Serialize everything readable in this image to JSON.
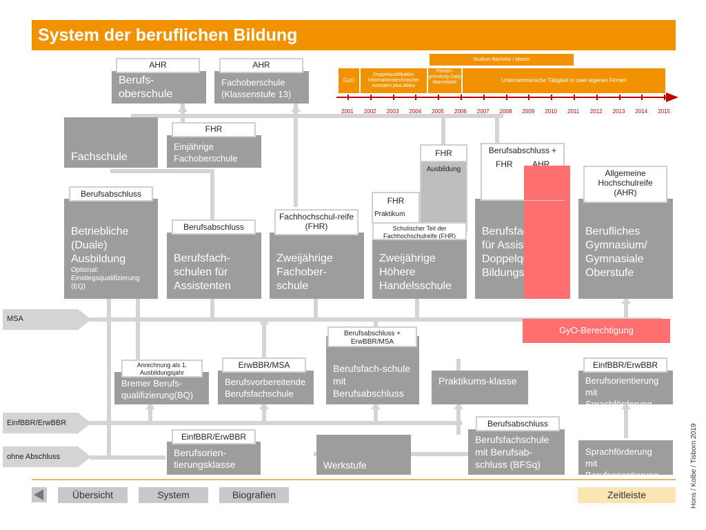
{
  "title": "System der beruflichen Bildung",
  "credit": "Hons / Kolbe / Tisborn 2019",
  "timeline": {
    "years": [
      "2001",
      "2002",
      "2003",
      "2004",
      "2005",
      "2006",
      "2007",
      "2008",
      "2009",
      "2010",
      "2011",
      "2012",
      "2013",
      "2014",
      "2015"
    ],
    "gyo": "GyO",
    "doppel": "Doppelqualifikation Informationstechnischer Assistent plus Abitur",
    "firmen": "Firmen-gründung Daily Marmelade",
    "unternehmer": "Unternehmerische Tätigkeit in zwei eigenen Firmen",
    "studium": "Studium Bachelor / Master"
  },
  "side": {
    "msa": "MSA",
    "einf": "EinfBBR/ErwBBR",
    "ohne": "ohne Abschluss"
  },
  "boxes": {
    "bos": "Berufs-oberschule",
    "bos_lbl": "AHR",
    "fos13": "Fachoberschule (Klassenstufe 13)",
    "fos13_lbl": "AHR",
    "fachschule": "Fachschule",
    "efos": "Einjährige Fachoberschule",
    "efos_lbl": "FHR",
    "duale_l1": "Betriebliche",
    "duale_l2": "(Duale)",
    "duale_l3": "Ausbildung",
    "duale_opt": "Optional: Einstiegsqualifizierung (EQ)",
    "duale_lbl": "Berufsabschluss",
    "bfs_ass": "Berufsfach-schulen für Assistenten",
    "bfs_ass_lbl": "Berufsabschluss",
    "zfos": "Zweijährige Fachober-schule",
    "zfos_lbl": "Fachhochschul-reife (FHR)",
    "zhhs": "Zweijährige Höhere Handelsschule",
    "zhhs_fhr": "FHR",
    "zhhs_praktikum": "Praktikum",
    "zhhs_ausb_lbl": "FHR",
    "zhhs_ausbildung": "Ausbildung",
    "zhhs_schul": "Schulischer Teil der Fachhochschulreife (FHR)",
    "dq_text": "Berufsfachschule für Assistenten / Doppelqualifizierende Bildungsgänge",
    "dq_lbl_1": "Berufsabschluss +",
    "dq_lbl_fhr": "FHR",
    "dq_lbl_ahr": "AHR",
    "bg": "Berufliches Gymnasium/ Gymnasiale Oberstufe",
    "bg_lbl": "Allgemeine Hochschulreife (AHR)",
    "gyo_ber": "GyO-Berechtigung",
    "bq": "Bremer Berufs-qualifizierung(BQ)",
    "bq_lbl": "Anrechnung als 1. Ausbildungsjahr",
    "bvb": "Berufsvorbereitende Berufsfachschule",
    "bvb_lbl": "ErwBBR/MSA",
    "bfs_ba": "Berufsfach-schule mit Berufsabschluss",
    "bfs_ba_lbl": "Berufsabschluss + ErwBBR/MSA",
    "praktikum": "Praktikums-klasse",
    "bo_spr": "Berufsorientierung mit Sprachförderung",
    "bo_spr_lbl": "EinfBBR/ErwBBR",
    "bok": "Berufsorien-tierungsklasse",
    "bok_lbl": "EinfBBR/ErwBBR",
    "werkstufe": "Werkstufe",
    "bfsq": "Berufsfachschule mit Berufsab-schluss (BFSq)",
    "bfsq_lbl": "Berufsabschluss",
    "spr_bo": "Sprachförderung mit Berufsorientierung"
  },
  "nav": {
    "uebersicht": "Übersicht",
    "system": "System",
    "biografien": "Biografien",
    "zeitleiste": "Zeitleiste"
  },
  "colors": {
    "accent": "#f39200",
    "box": "#9d9d9d",
    "red": "#ff6f6f",
    "timeline": "#c00000"
  }
}
